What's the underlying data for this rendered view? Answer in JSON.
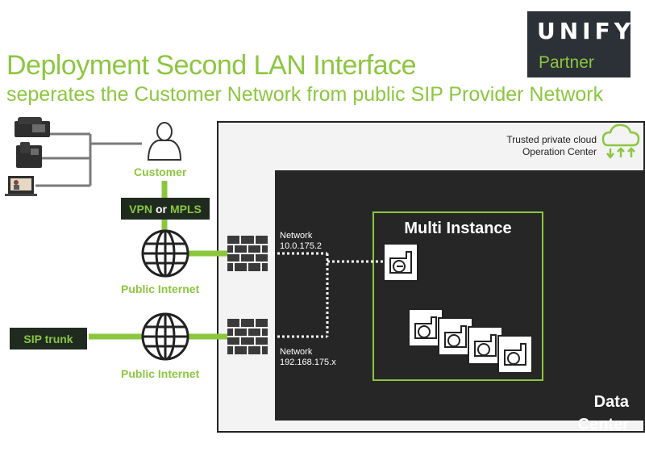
{
  "header": {
    "title": "Deployment Second LAN Interface",
    "subtitle": "seperates the Customer Network from public SIP Provider Network"
  },
  "logo": {
    "word": "UNIFY",
    "sub": "Partner"
  },
  "customer": {
    "label": "Customer"
  },
  "connection": {
    "vpn": "VPN",
    "or": "or",
    "mpls": "MPLS"
  },
  "internet": {
    "top_label": "Public Internet",
    "bottom_label": "Public Internet"
  },
  "sip": {
    "label": "SIP trunk"
  },
  "cloud": {
    "trusted_line1": "Trusted private cloud",
    "trusted_line2": "Operation Center",
    "dc_line1": "Data",
    "dc_line2": "Center"
  },
  "networks": {
    "top_title": "Network",
    "top_address": "10.0.175.2",
    "bottom_title": "Network",
    "bottom_address": "192.168.175.x"
  },
  "multi_instance": {
    "title": "Multi Instance"
  },
  "colors": {
    "accent": "#8cc63f",
    "dark": "#262626",
    "panel": "#f3f3f3"
  },
  "icons": [
    "desk-phone-icon",
    "desk-phone-icon",
    "video-phone-icon",
    "person-icon",
    "globe-icon",
    "firewall-icon",
    "cloud-sync-icon",
    "server-instance-icon"
  ]
}
